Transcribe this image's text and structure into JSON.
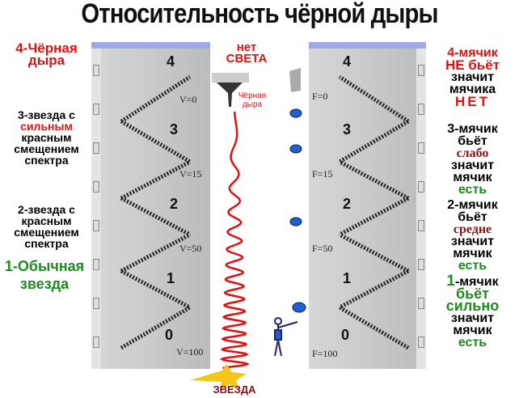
{
  "title": "Относительность чёрной дыры",
  "left_labels": {
    "l4": [
      "4-Чёрная",
      "дыра"
    ],
    "l3": [
      "3-звезда с",
      "сильным",
      "красным",
      "смещением",
      "спектра"
    ],
    "l2": [
      "2-звезда с",
      "красным",
      "смещением",
      "спектра"
    ],
    "l1": [
      "1-Обычная",
      "звезда"
    ]
  },
  "floors": [
    "4",
    "3",
    "2",
    "1",
    "0"
  ],
  "v_labels": [
    "V=0",
    "V=15",
    "V=50",
    "V=100"
  ],
  "f_labels": [
    "F=0",
    "F=15",
    "F=50",
    "F=100"
  ],
  "center": {
    "no_light": [
      "нет",
      "СВЕТА"
    ],
    "black_hole": [
      "Чёрная",
      "дыра"
    ],
    "star": "ЗВЕЗДА"
  },
  "right_labels": {
    "r4": [
      "4-мячик",
      "НЕ бьёт",
      "значит",
      "мячика",
      "НЕТ"
    ],
    "r3": [
      "3-мячик",
      "бьёт",
      "слабо",
      "значит",
      "мячик",
      "есть"
    ],
    "r2": [
      "2-мячик",
      "бьёт",
      "средне",
      "значит",
      "мячик",
      "есть"
    ],
    "r1": [
      "1-мячик",
      "бьёт",
      "сильно",
      "значит",
      "мячик",
      "есть"
    ]
  },
  "colors": {
    "red": "#e01010",
    "green": "#1f8a1f",
    "dark_red": "#8a1010",
    "sky": "#9ea8e6"
  }
}
